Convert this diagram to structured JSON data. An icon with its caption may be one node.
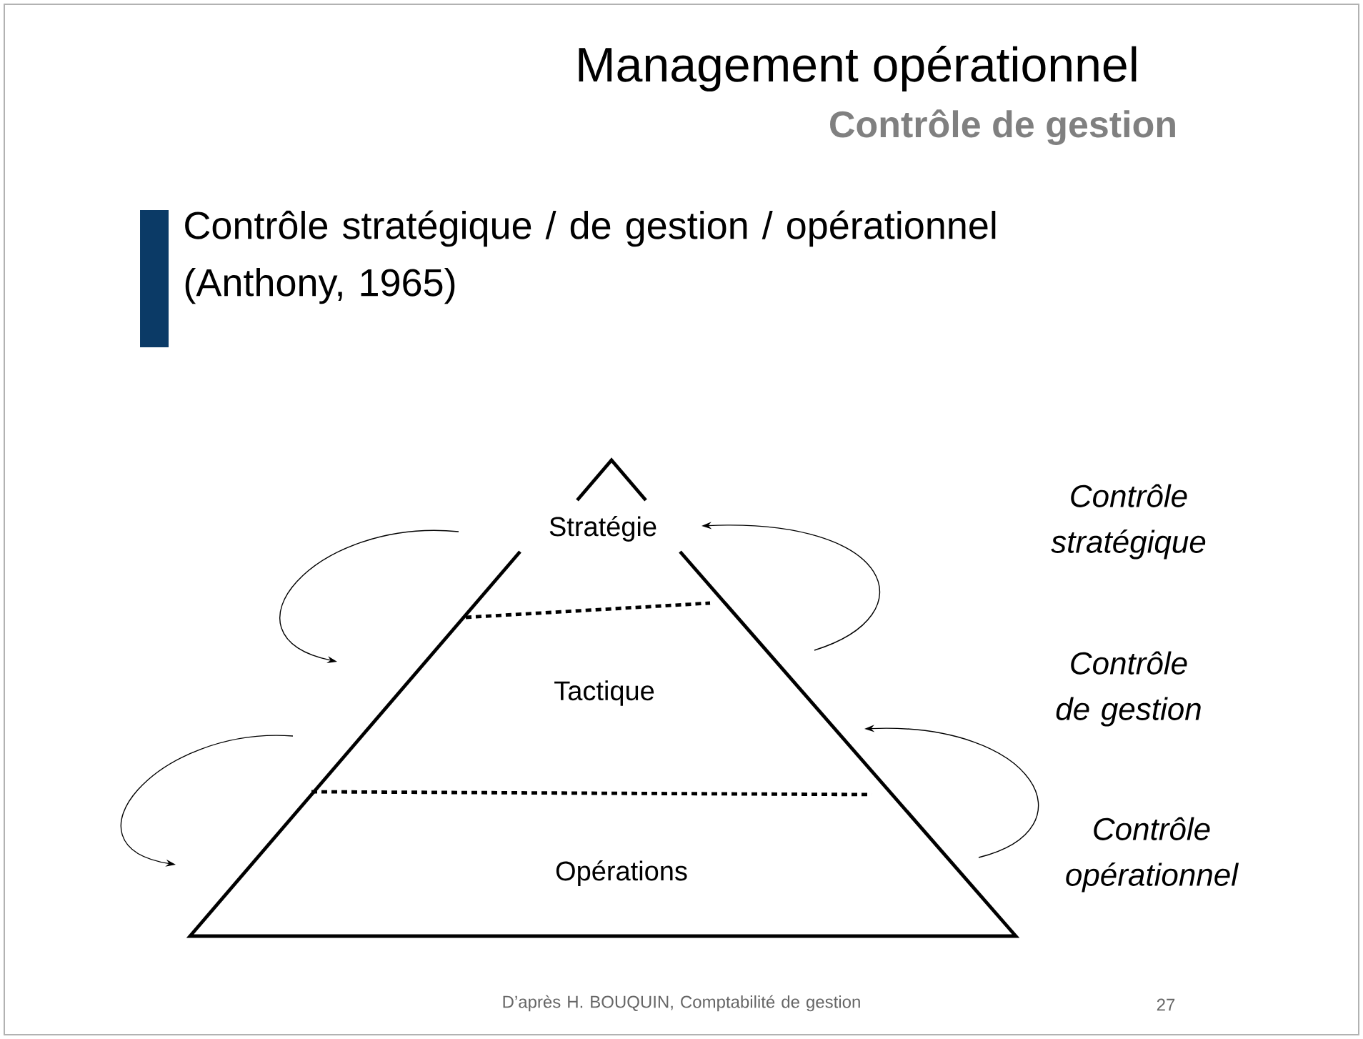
{
  "diagram": {
    "title": "Management opérationnel",
    "nodes": [
      {
        "text": [
          "Stratégie"
        ]
      },
      {
        "text": [
          "Tactique"
        ]
      },
      {
        "text": [
          "Opérations"
        ]
      }
    ],
    "labels": [
      "Contrôle de gestion",
      "Contrôle stratégique / de gestion / opérationnel (Anthony, 1965)",
      "Contrôle stratégique",
      "Contrôle de gestion",
      "Contrôle opérationnel",
      "D’après H. BOUQUIN, Comptabilité de gestion",
      "27"
    ]
  }
}
